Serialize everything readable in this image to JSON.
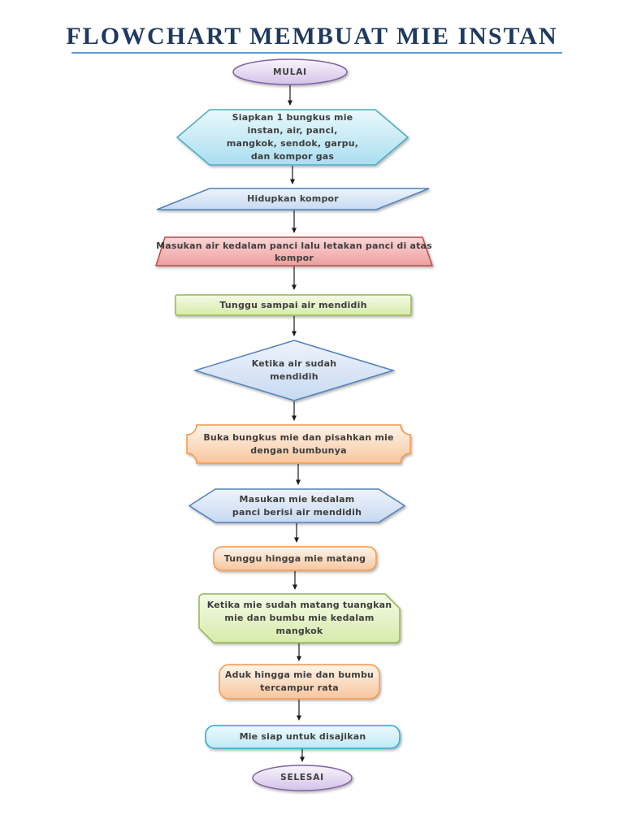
{
  "page": {
    "title": "FLOWCHART MEMBUAT MIE INSTAN"
  },
  "nodes": [
    {
      "id": "start",
      "type": "terminator",
      "label": "MULAI"
    },
    {
      "id": "prepare",
      "type": "hexagon",
      "lines": [
        "Siapkan 1 bungkus mie",
        "instan, air, panci,",
        "mangkok, sendok, garpu,",
        "dan kompor gas"
      ]
    },
    {
      "id": "turn-on-stove",
      "type": "parallelogram",
      "label": "Hidupkan kompor"
    },
    {
      "id": "add-water",
      "type": "trapezoid",
      "lines": [
        "Masukan air kedalam panci lalu letakan panci di atas",
        "kompor"
      ]
    },
    {
      "id": "wait-boiling",
      "type": "process",
      "label": "Tunggu sampai air mendidih"
    },
    {
      "id": "water-boiled",
      "type": "decision",
      "lines": [
        "Ketika air sudah",
        "mendidih"
      ]
    },
    {
      "id": "open-package",
      "type": "plaque",
      "lines": [
        "Buka bungkus mie dan pisahkan mie",
        "dengan bumbunya"
      ]
    },
    {
      "id": "add-noodles",
      "type": "hexagon",
      "lines": [
        "Masukan mie kedalam",
        "panci berisi air mendidih"
      ]
    },
    {
      "id": "wait-cooked",
      "type": "rounded",
      "label": "Tunggu hingga mie matang"
    },
    {
      "id": "pour-to-bowl",
      "type": "snip-corner",
      "lines": [
        "Ketika mie sudah matang tuangkan",
        "mie dan bumbu mie kedalam",
        "mangkok"
      ]
    },
    {
      "id": "stir",
      "type": "rounded",
      "lines": [
        "Aduk hingga mie dan bumbu",
        "tercampur rata"
      ]
    },
    {
      "id": "ready-to-serve",
      "type": "rounded",
      "label": "Mie siap untuk disajikan"
    },
    {
      "id": "end",
      "type": "terminator",
      "label": "SELESAI"
    }
  ],
  "flow": [
    "start",
    "prepare",
    "turn-on-stove",
    "add-water",
    "wait-boiling",
    "water-boiled",
    "open-package",
    "add-noodles",
    "wait-cooked",
    "pour-to-bowl",
    "stir",
    "ready-to-serve",
    "end"
  ],
  "palette": {
    "title_text": "#1F3A60",
    "title_rule": "#5B9BD5",
    "terminator_fill": "#D9C8EA",
    "terminator_border": "#7E63A4",
    "hexagon_cyan_fill": "#BCE4F2",
    "hexagon_cyan_border": "#4BACC6",
    "blue_fill": "#D2DFF4",
    "blue_border": "#4F81BD",
    "red_fill": "#F3AAAA",
    "red_border": "#BE4B48",
    "green_fill": "#DFEFBD",
    "green_border": "#94B64E",
    "orange_fill": "#FAD2AC",
    "orange_border": "#F79646",
    "cyan_rounded_fill": "#C9ECF7",
    "cyan_rounded_border": "#45AFD3",
    "node_text": "#3E3E3E",
    "arrow": "#1A1A1A"
  }
}
